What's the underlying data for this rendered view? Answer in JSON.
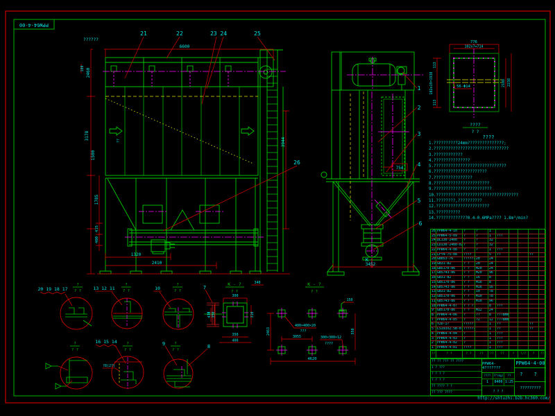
{
  "colors": {
    "green": "#00cc00",
    "red": "#e00000",
    "cyan": "#00e5e5",
    "magenta": "#ff00ff",
    "yellow": "#ffff00"
  },
  "t": {
    "corner": "PPW64-4-00",
    "fqlabel": "??????",
    "finlet": "??",
    "f6600": "6600",
    "f2460": "2460",
    "f3178": "3178",
    "f1500": "1500",
    "f180": "180",
    "f1785": "1785",
    "f415": "415",
    "f400": "400",
    "f1320": "1320",
    "f2410": "2410",
    "f3944": "3944",
    "c21": "21",
    "c22": "22",
    "c2324": "23 24",
    "c25": "25",
    "c26": "26",
    "s1": "1",
    "s2": "2",
    "s3": "3",
    "s4": "4",
    "s5": "5",
    "s6": "6",
    "s754": "754",
    "s3452": "3452",
    "sk": "K",
    "p776": "776",
    "p714": "102x7=714",
    "p113a": "113",
    "p1938": "102x19=1938",
    "p113b": "113",
    "p2108": "2108",
    "p2238": "2238",
    "pholes": "56-Φ14",
    "ptitle": "????",
    "pscale": "? ?"
  },
  "d": {
    "lblA": "20 19 18 17",
    "lblB": "13 12 11",
    "lblC": "10",
    "lbl7": "7",
    "lblE": "16 15 14",
    "lbl9": "9",
    "lbl8": "8",
    "fracTop": "?",
    "fracBot": "? ?",
    "ibeam": "??",
    "phi": "?8(2?)",
    "k1": "K - ?",
    "k1s": "? ?",
    "k2": "K - ?",
    "k2s": "? ?",
    "f300": "300",
    "f350": "350",
    "f400b": "400",
    "f310": "310",
    "f430": "430",
    "f350l": "350",
    "f340": "340",
    "g2463": "2463",
    "g3055": "3055",
    "g4620": "4620",
    "g150": "150",
    "g550": "550",
    "plate1": "400×400×20",
    "plate1b": "???",
    "plate2": "300×300×12",
    "plate2b": "????"
  },
  "notes": {
    "title": "????",
    "lines": [
      "1.??????????24mm???????????????;",
      "2.???????????????????????????????",
      "3.????????????",
      "4.???????????????",
      "5.??????????????????????????????",
      "6.??????????????????????",
      "7.????????????????",
      "8.???????????????????????",
      "9.????????????????????????",
      "10.??????????????????????????????????",
      "11.????????,??????????",
      "12.??????????????????????",
      "13.??????????",
      "14.?????????????0.4-0.6MPa???? 1.8m³/min?"
    ]
  },
  "bom": {
    "header": [
      "??",
      "? ?",
      "? ?",
      "??",
      "??",
      "??",
      "?",
      "?/?",
      "?",
      "??"
    ],
    "rows": [
      [
        "26",
        "PPW64-4-10",
        "?",
        "?",
        "1",
        "",
        "",
        "",
        "",
        ""
      ],
      [
        "25",
        "PPW64-5-09",
        "?",
        "?",
        "1",
        "???",
        "",
        "",
        "",
        ""
      ],
      [
        "24",
        "DL130-2400",
        "?",
        "?",
        "32",
        "",
        "",
        "",
        "",
        ""
      ],
      [
        "23",
        "LD130-2400-02",
        "?",
        "?",
        "32",
        "",
        "",
        "",
        "",
        ""
      ],
      [
        "22",
        "PPW64-4-08",
        "?",
        "?",
        "1",
        "???",
        "",
        "",
        "",
        ""
      ],
      [
        "21",
        "LFY4-75-08",
        "????",
        "",
        "5",
        "??",
        "",
        "",
        "??",
        ""
      ],
      [
        "20",
        "GB853-76",
        "???????",
        "20",
        "24",
        "",
        "",
        "",
        "",
        ""
      ],
      [
        "19",
        "GB31-82",
        "? ?",
        "20",
        "24",
        "",
        "",
        "",
        "",
        ""
      ],
      [
        "18",
        "GB5170-86",
        "? ?",
        "M20",
        "24",
        "",
        "",
        "",
        "",
        ""
      ],
      [
        "17",
        "GB5743-86",
        "? ?",
        "M20",
        "96",
        "",
        "",
        "",
        "",
        ""
      ],
      [
        "16",
        "GB31-82",
        "? ?",
        "16",
        "8",
        "",
        "",
        "",
        "",
        ""
      ],
      [
        "15",
        "GB5170-86",
        "? ?",
        "M16",
        "8",
        "",
        "",
        "",
        "",
        ""
      ],
      [
        "14",
        "GB5743-86",
        "? ?",
        "M16",
        "16",
        "",
        "",
        "",
        "",
        ""
      ],
      [
        "13",
        "GB31-82",
        "? ?",
        "10",
        "78",
        "",
        "",
        "",
        "",
        ""
      ],
      [
        "12",
        "GB5170-86",
        "? ?",
        "M10",
        "78",
        "",
        "",
        "",
        "",
        ""
      ],
      [
        "11",
        "GB5743-86",
        "? ?",
        "M10",
        "96",
        "",
        "",
        "",
        "",
        ""
      ],
      [
        "10",
        "PPW64-4-07",
        "? ? ?",
        "",
        "8",
        "???",
        "",
        "",
        "",
        ""
      ],
      [
        "9",
        "GB5170-86",
        "? ?",
        "M12",
        "24",
        "",
        "",
        "",
        "",
        ""
      ],
      [
        "8",
        "PPW64-4-06",
        "?",
        "??",
        "8",
        "???8mm??",
        "",
        "",
        "",
        ""
      ],
      [
        "7",
        "PPW64-4-05",
        "?",
        "?2",
        "12",
        "???8mm?",
        "",
        "",
        "",
        ""
      ],
      [
        "6",
        "YJD-1?",
        "?????",
        "",
        "1",
        "??",
        "",
        "",
        "??",
        ""
      ],
      [
        "5",
        "LS193x2.5B-0?",
        "??????",
        "",
        "1",
        "??",
        "",
        "",
        "??",
        ""
      ],
      [
        "4",
        "PPW64-4-04",
        "?",
        "",
        "1",
        "???",
        "",
        "",
        "",
        ""
      ],
      [
        "3",
        "PPW64-4-03",
        "?",
        "",
        "1",
        "???",
        "",
        "",
        "",
        ""
      ],
      [
        "2",
        "PPW64-4-02",
        "?",
        "",
        "1",
        "???",
        "",
        "",
        "",
        ""
      ],
      [
        "1",
        "PPW64-4-01",
        "????",
        "",
        "1",
        "???",
        "",
        "",
        "",
        ""
      ]
    ]
  },
  "tb": {
    "left_rows": [
      "?? ?? ??? ?? ????",
      "1 ? ???",
      "? ? ? ?",
      "? ? ? ?",
      "?? ???? ? ?",
      "?? ??? ????"
    ],
    "part_code": "PPW64-4???????",
    "drawing_no": "PPW64-4-00",
    "sheet": "? ?",
    "qty_headers": [
      "????",
      "??(kg)",
      "??"
    ],
    "qty_values": [
      "1",
      "8400",
      "1:25"
    ],
    "bottom": "? ? ?",
    "company": "?????????"
  },
  "url": "http://shtuzhi.b2b.hc360.com/"
}
